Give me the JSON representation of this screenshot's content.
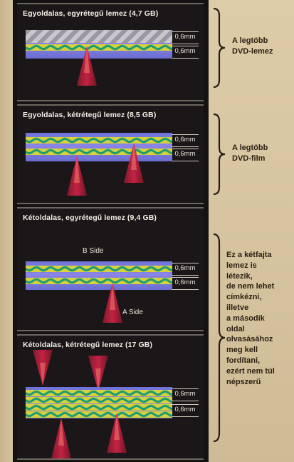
{
  "panels": [
    {
      "title": "Egyoldalas, egyrétegű lemez (4,7 GB)",
      "thicknesses": [
        "0,6mm",
        "0,6mm"
      ]
    },
    {
      "title": "Egyoldalas, kétrétegű lemez (8,5 GB)",
      "thicknesses": [
        "0,6mm",
        "0,6mm"
      ]
    },
    {
      "title": "Kétoldalas, egyrétegű lemez (9,4 GB)",
      "side_b": "B Side",
      "side_a": "A Side",
      "thicknesses": [
        "0,6mm",
        "0,6mm"
      ]
    },
    {
      "title": "Kétoldalas, kétrétegű lemez (17 GB)",
      "thicknesses": [
        "0,6mm",
        "0,6mm"
      ]
    }
  ],
  "notes": {
    "note1": [
      "A legtöbb",
      "DVD-lemez"
    ],
    "note2": [
      "A legtöbb",
      "DVD-film"
    ],
    "note3": [
      "Ez a kétfajta",
      "lemez is",
      "létezik,",
      "de nem lehet",
      "címkézni,",
      "illetve",
      "a második",
      "oldal",
      "olvasásához",
      "meg kell",
      "fordítani,",
      "ezért nem túl",
      "népszerű"
    ]
  },
  "colors": {
    "dark": "#141213",
    "disc_violet": "#7a7be0",
    "layer_yellow": "#d8d23a",
    "layer_green": "#1f9e73",
    "beam_red": "#d6244a",
    "paper": "#d8c7a2"
  }
}
